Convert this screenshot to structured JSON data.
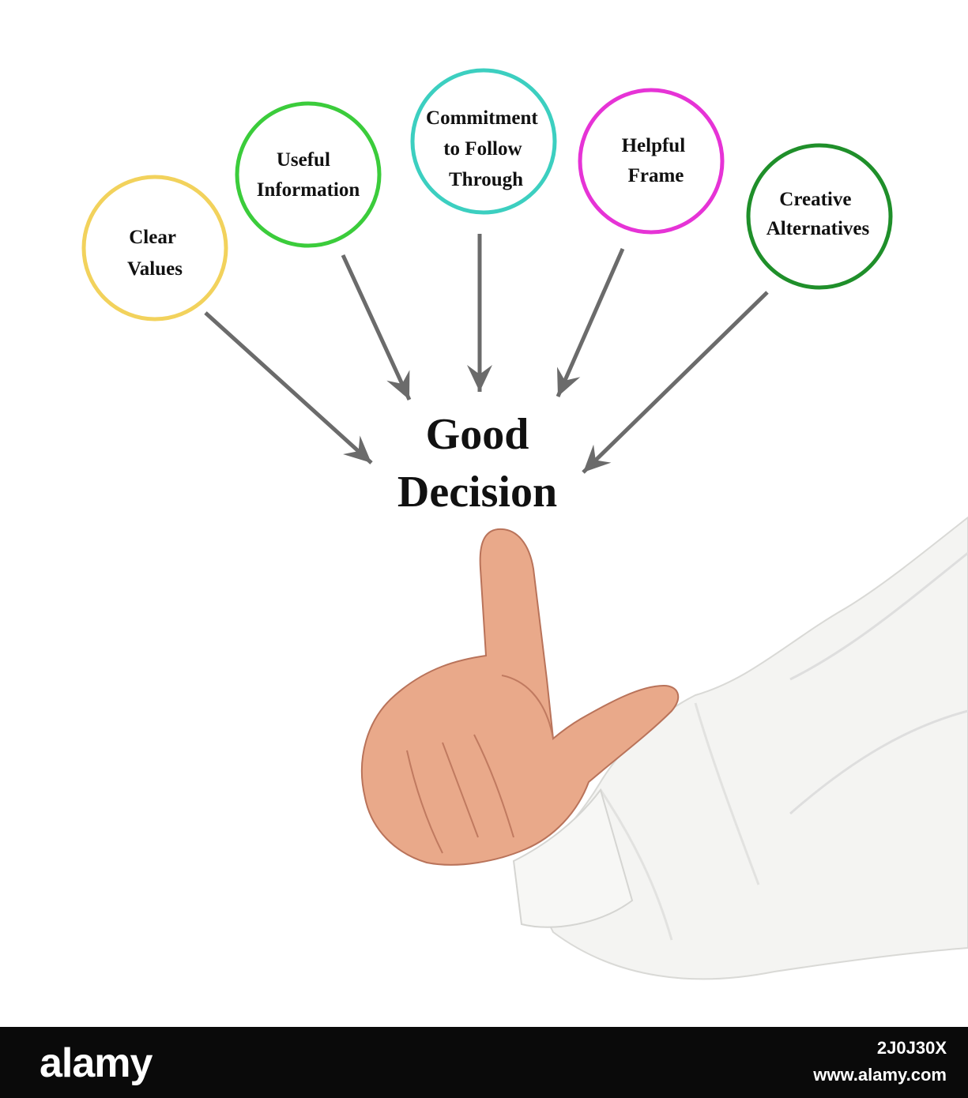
{
  "diagram": {
    "center_label_line1": "Good",
    "center_label_line2": "Decision",
    "factors": [
      {
        "id": "clear-values",
        "lines": [
          "Clear",
          "Values"
        ],
        "color": "#f2d25c"
      },
      {
        "id": "useful-information",
        "lines": [
          "Useful",
          "Information"
        ],
        "color": "#3bcc3b"
      },
      {
        "id": "commitment",
        "lines": [
          "Commitment",
          "to Follow",
          "Through"
        ],
        "color": "#3ccfc0"
      },
      {
        "id": "helpful-frame",
        "lines": [
          "Helpful",
          "Frame"
        ],
        "color": "#e633d6"
      },
      {
        "id": "creative-alternatives",
        "lines": [
          "Creative",
          "Alternatives"
        ],
        "color": "#1f8f2a"
      }
    ],
    "arrow_color": "#6b6b6b"
  },
  "watermark": {
    "logo": "alamy",
    "image_id": "2J0J30X",
    "url": "www.alamy.com"
  }
}
